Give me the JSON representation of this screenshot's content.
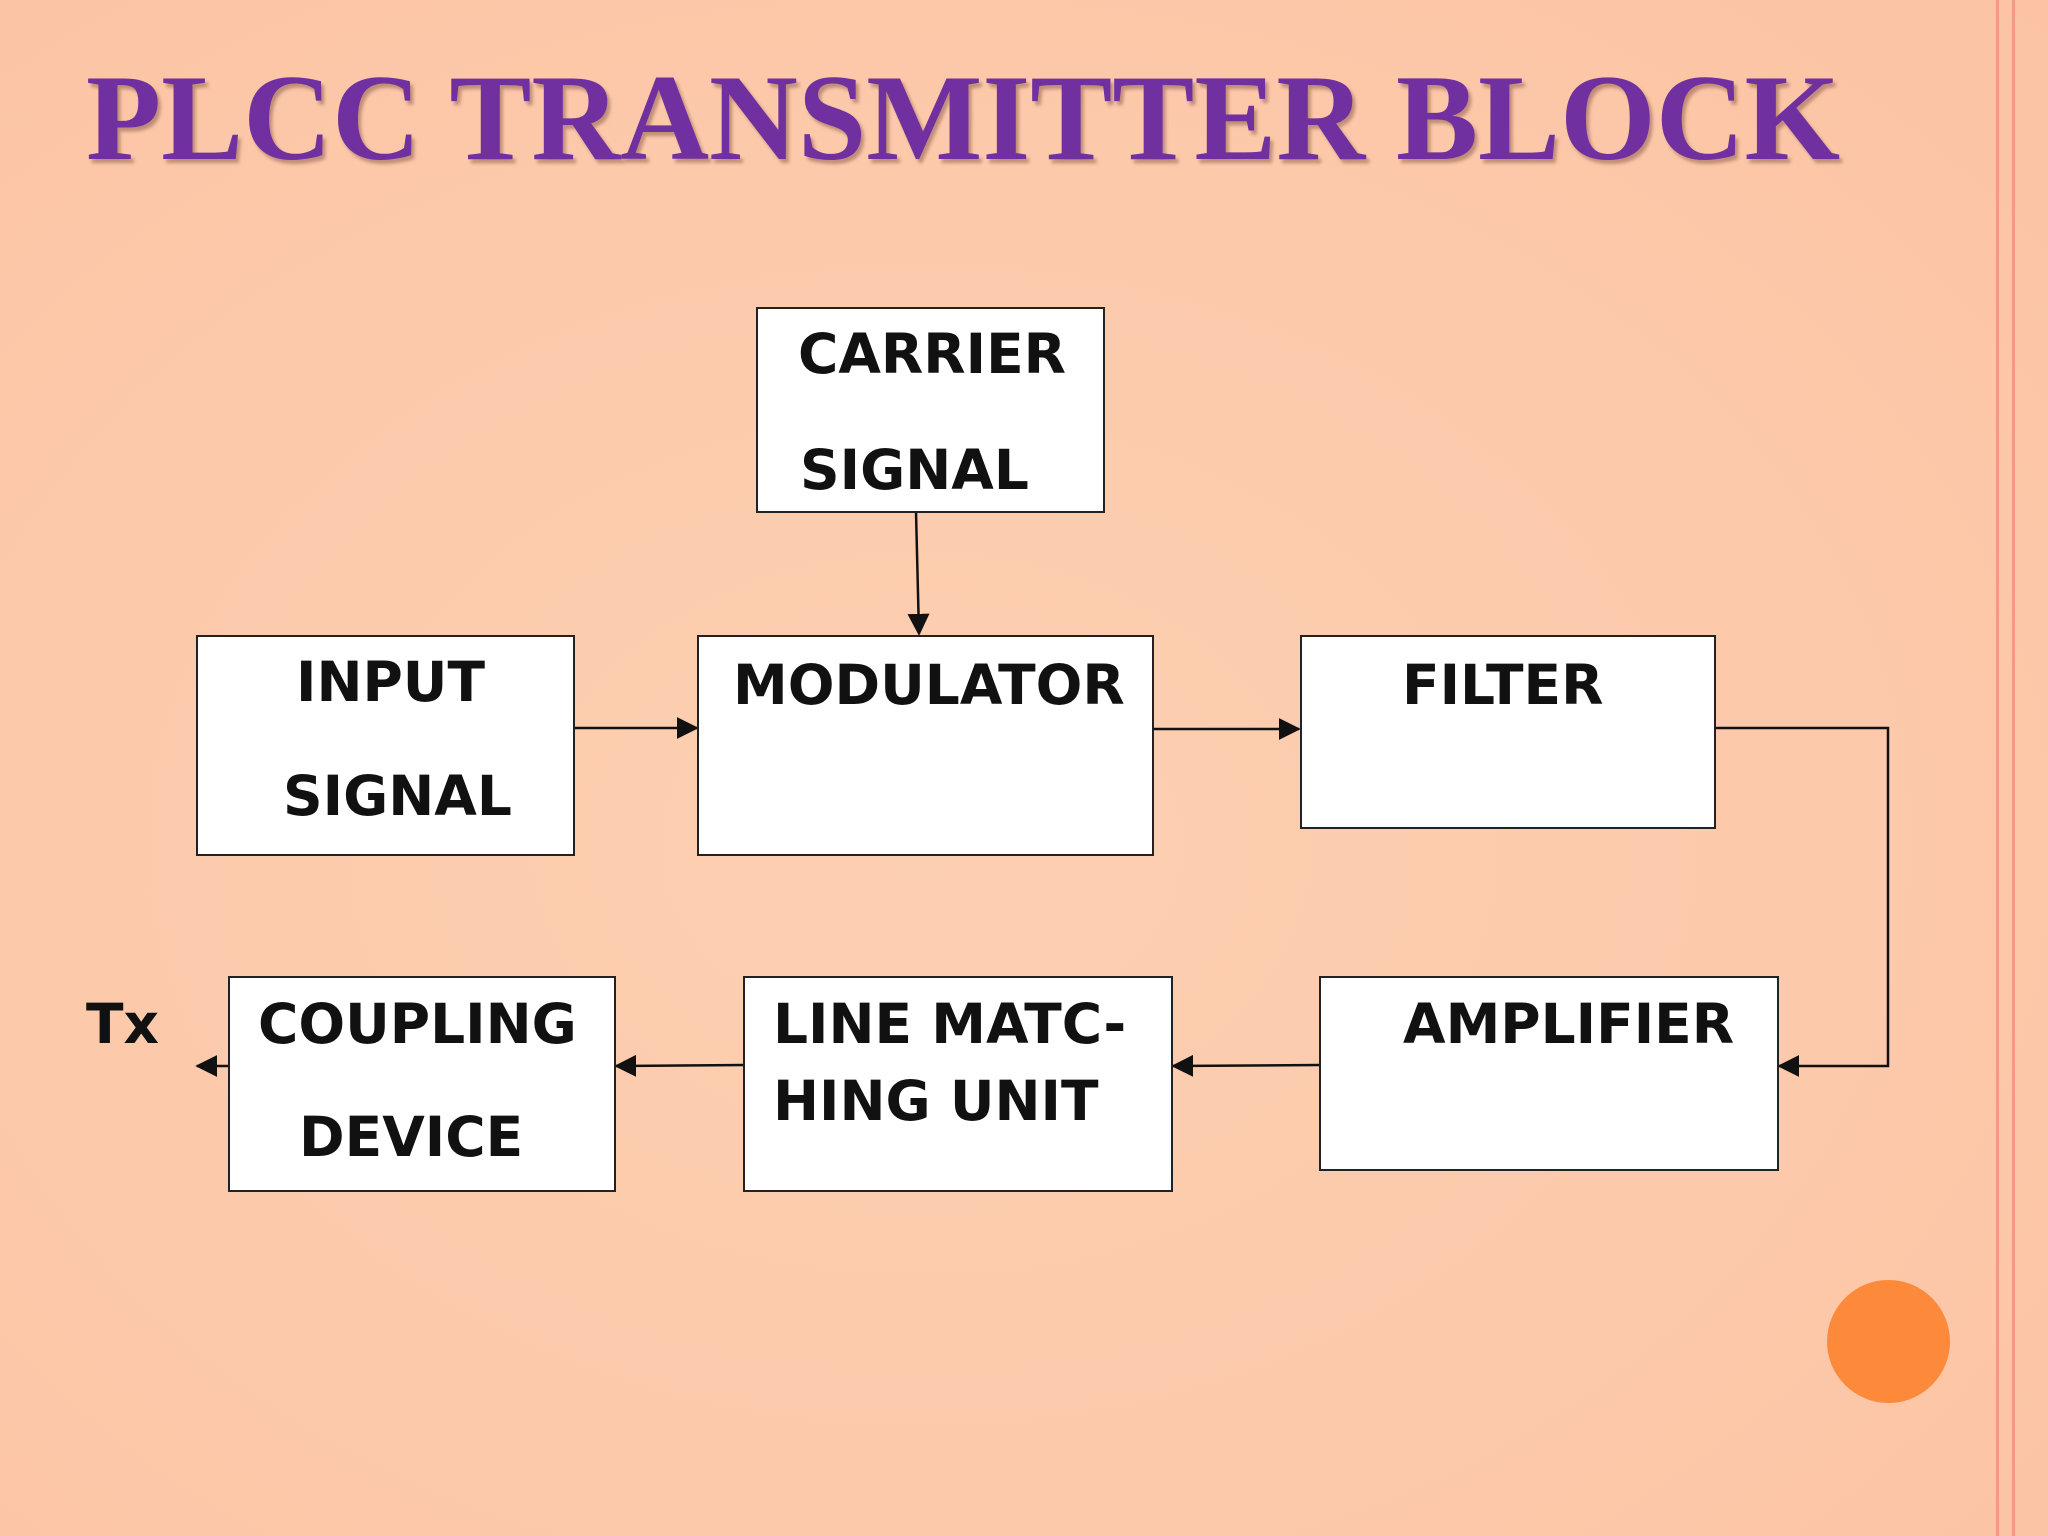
{
  "slide": {
    "title": "PLCC TRANSMITTER BLOCK"
  },
  "diagram": {
    "blocks": {
      "carrier_signal": {
        "lines": [
          "CARRIER",
          "SIGNAL"
        ]
      },
      "input_signal": {
        "lines": [
          "INPUT",
          "SIGNAL"
        ]
      },
      "modulator": {
        "lines": [
          "MODULATOR"
        ]
      },
      "filter": {
        "lines": [
          "FILTER"
        ]
      },
      "amplifier": {
        "lines": [
          "AMPLIFIER"
        ]
      },
      "line_matching_unit": {
        "lines": [
          "LINE MATC-",
          "HING UNIT"
        ]
      },
      "coupling_device": {
        "lines": [
          "COUPLING",
          "DEVICE"
        ]
      }
    },
    "output_label": "Tx"
  },
  "colors": {
    "background": "#fccaab",
    "title": "#7030a0",
    "accent_dot": "#fd8a3b",
    "border_line": "#f39a86"
  }
}
